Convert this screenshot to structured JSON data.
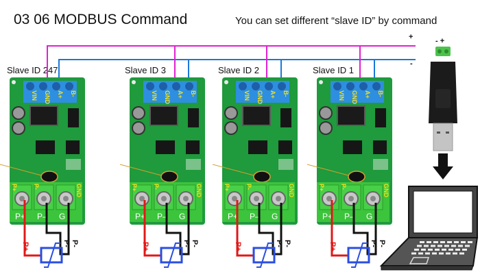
{
  "header": {
    "title": "03 06 MODBUS Command",
    "subtitle": "You can set different “slave ID” by command"
  },
  "bus": {
    "plus_label": "+",
    "minus_label": "-",
    "plus_color": "#e020d0",
    "minus_color": "#1a78d8"
  },
  "converter": {
    "terminal_label": "- +",
    "device": "usb-rs485-adapter",
    "arrow": "down-arrow",
    "target": "laptop"
  },
  "modules": [
    {
      "label": "Slave ID 247"
    },
    {
      "label": "Slave ID 3"
    },
    {
      "label": "Slave ID 2"
    },
    {
      "label": "Slave ID 1"
    }
  ],
  "module_terminals": {
    "top": [
      "VIN",
      "GND",
      "A+",
      "B-"
    ],
    "bottom_marks": [
      "P+",
      "P-",
      "GND"
    ],
    "bottom_print": [
      "P+",
      "P–",
      "G"
    ]
  },
  "sensor": {
    "wire_labels": [
      "P+",
      "P-",
      "P-"
    ],
    "positive_color": "#e01818",
    "negative_color": "#111111",
    "symbol_color": "#2a4ee0"
  }
}
